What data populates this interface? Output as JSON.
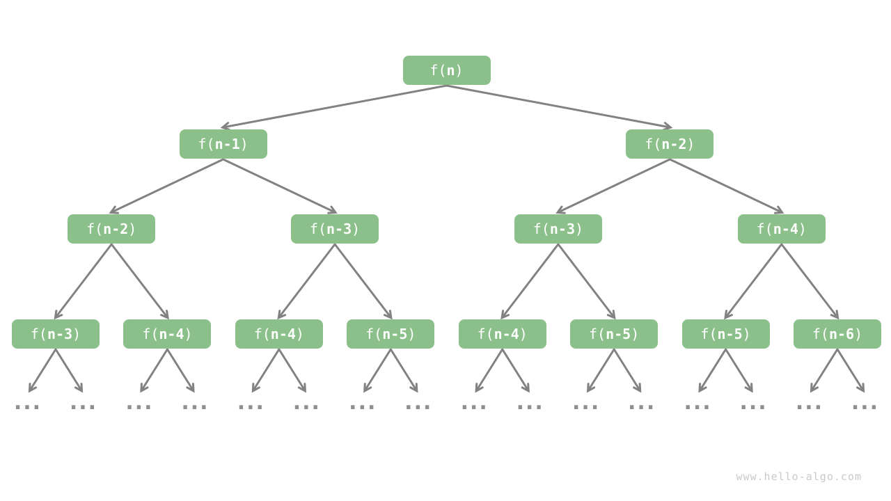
{
  "page": {
    "background": "#ffffff"
  },
  "tree": {
    "description": "recursion-tree",
    "node_fill": "#8CC08A",
    "node_text_color": "#ffffff",
    "edge_color": "#828282",
    "dot_color": "#8f8f8f",
    "levels": [
      [
        "f(n)"
      ],
      [
        "f(n-1)",
        "f(n-2)"
      ],
      [
        "f(n-2)",
        "f(n-3)",
        "f(n-3)",
        "f(n-4)"
      ],
      [
        "f(n-3)",
        "f(n-4)",
        "f(n-4)",
        "f(n-5)",
        "f(n-4)",
        "f(n-5)",
        "f(n-5)",
        "f(n-6)"
      ]
    ],
    "leaf_ellipsis": "..."
  },
  "watermark": {
    "text": "www.hello-algo.com",
    "color": "#c9c9c9"
  }
}
